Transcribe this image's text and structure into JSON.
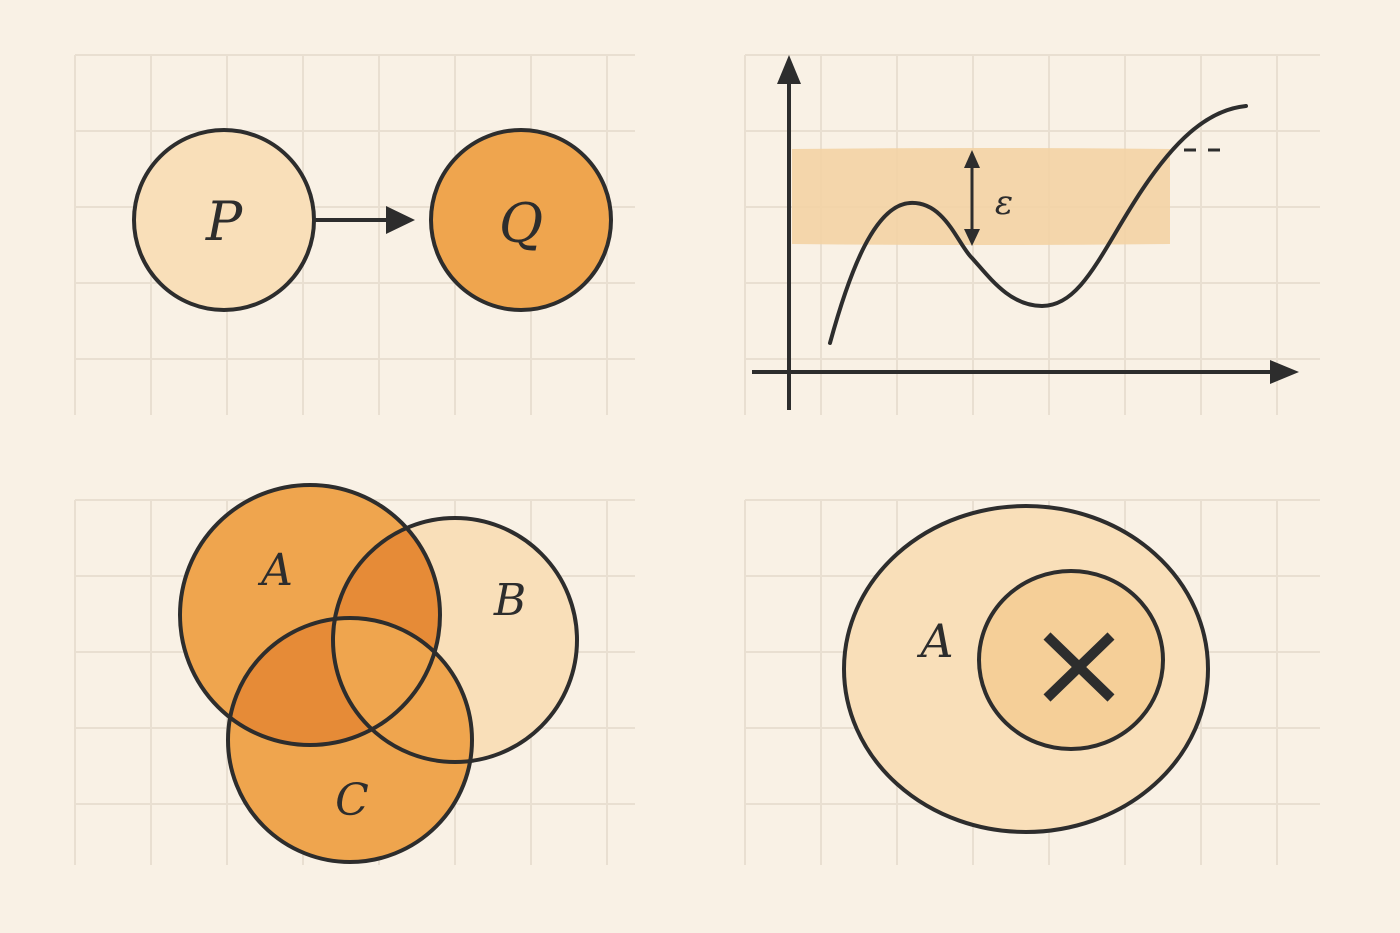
{
  "palette": {
    "background": "#f9f1e5",
    "grid_line": "#e9dfd1",
    "ink": "#2d2d2d",
    "fill_light": "#f9dfb9",
    "fill_dark": "#efa54e",
    "fill_overlap": "#e68b37",
    "band": "#f3d3a4"
  },
  "implication_diagram": {
    "source_label": "P",
    "target_label": "Q"
  },
  "epsilon_band_plot": {
    "epsilon_label": "ε"
  },
  "venn_diagram": {
    "labels": [
      "A",
      "B",
      "C"
    ]
  },
  "excluded_point_diagram": {
    "set_label": "A",
    "mark_icon": "cross-icon"
  }
}
